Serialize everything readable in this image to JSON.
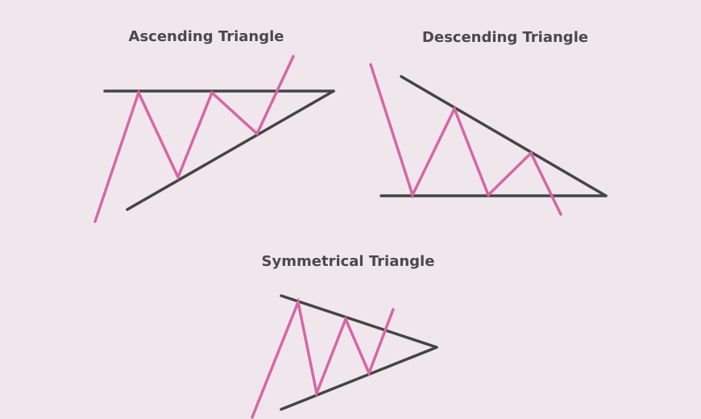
{
  "diagrams": {
    "ascending": {
      "title": "Ascending Triangle"
    },
    "descending": {
      "title": "Descending Triangle"
    },
    "symmetrical": {
      "title": "Symmetrical Triangle"
    }
  },
  "colors": {
    "background": "#efe7ec",
    "price_line": "#d667a8",
    "trend_line": "#454545",
    "title_text": "#4a4a4a"
  }
}
